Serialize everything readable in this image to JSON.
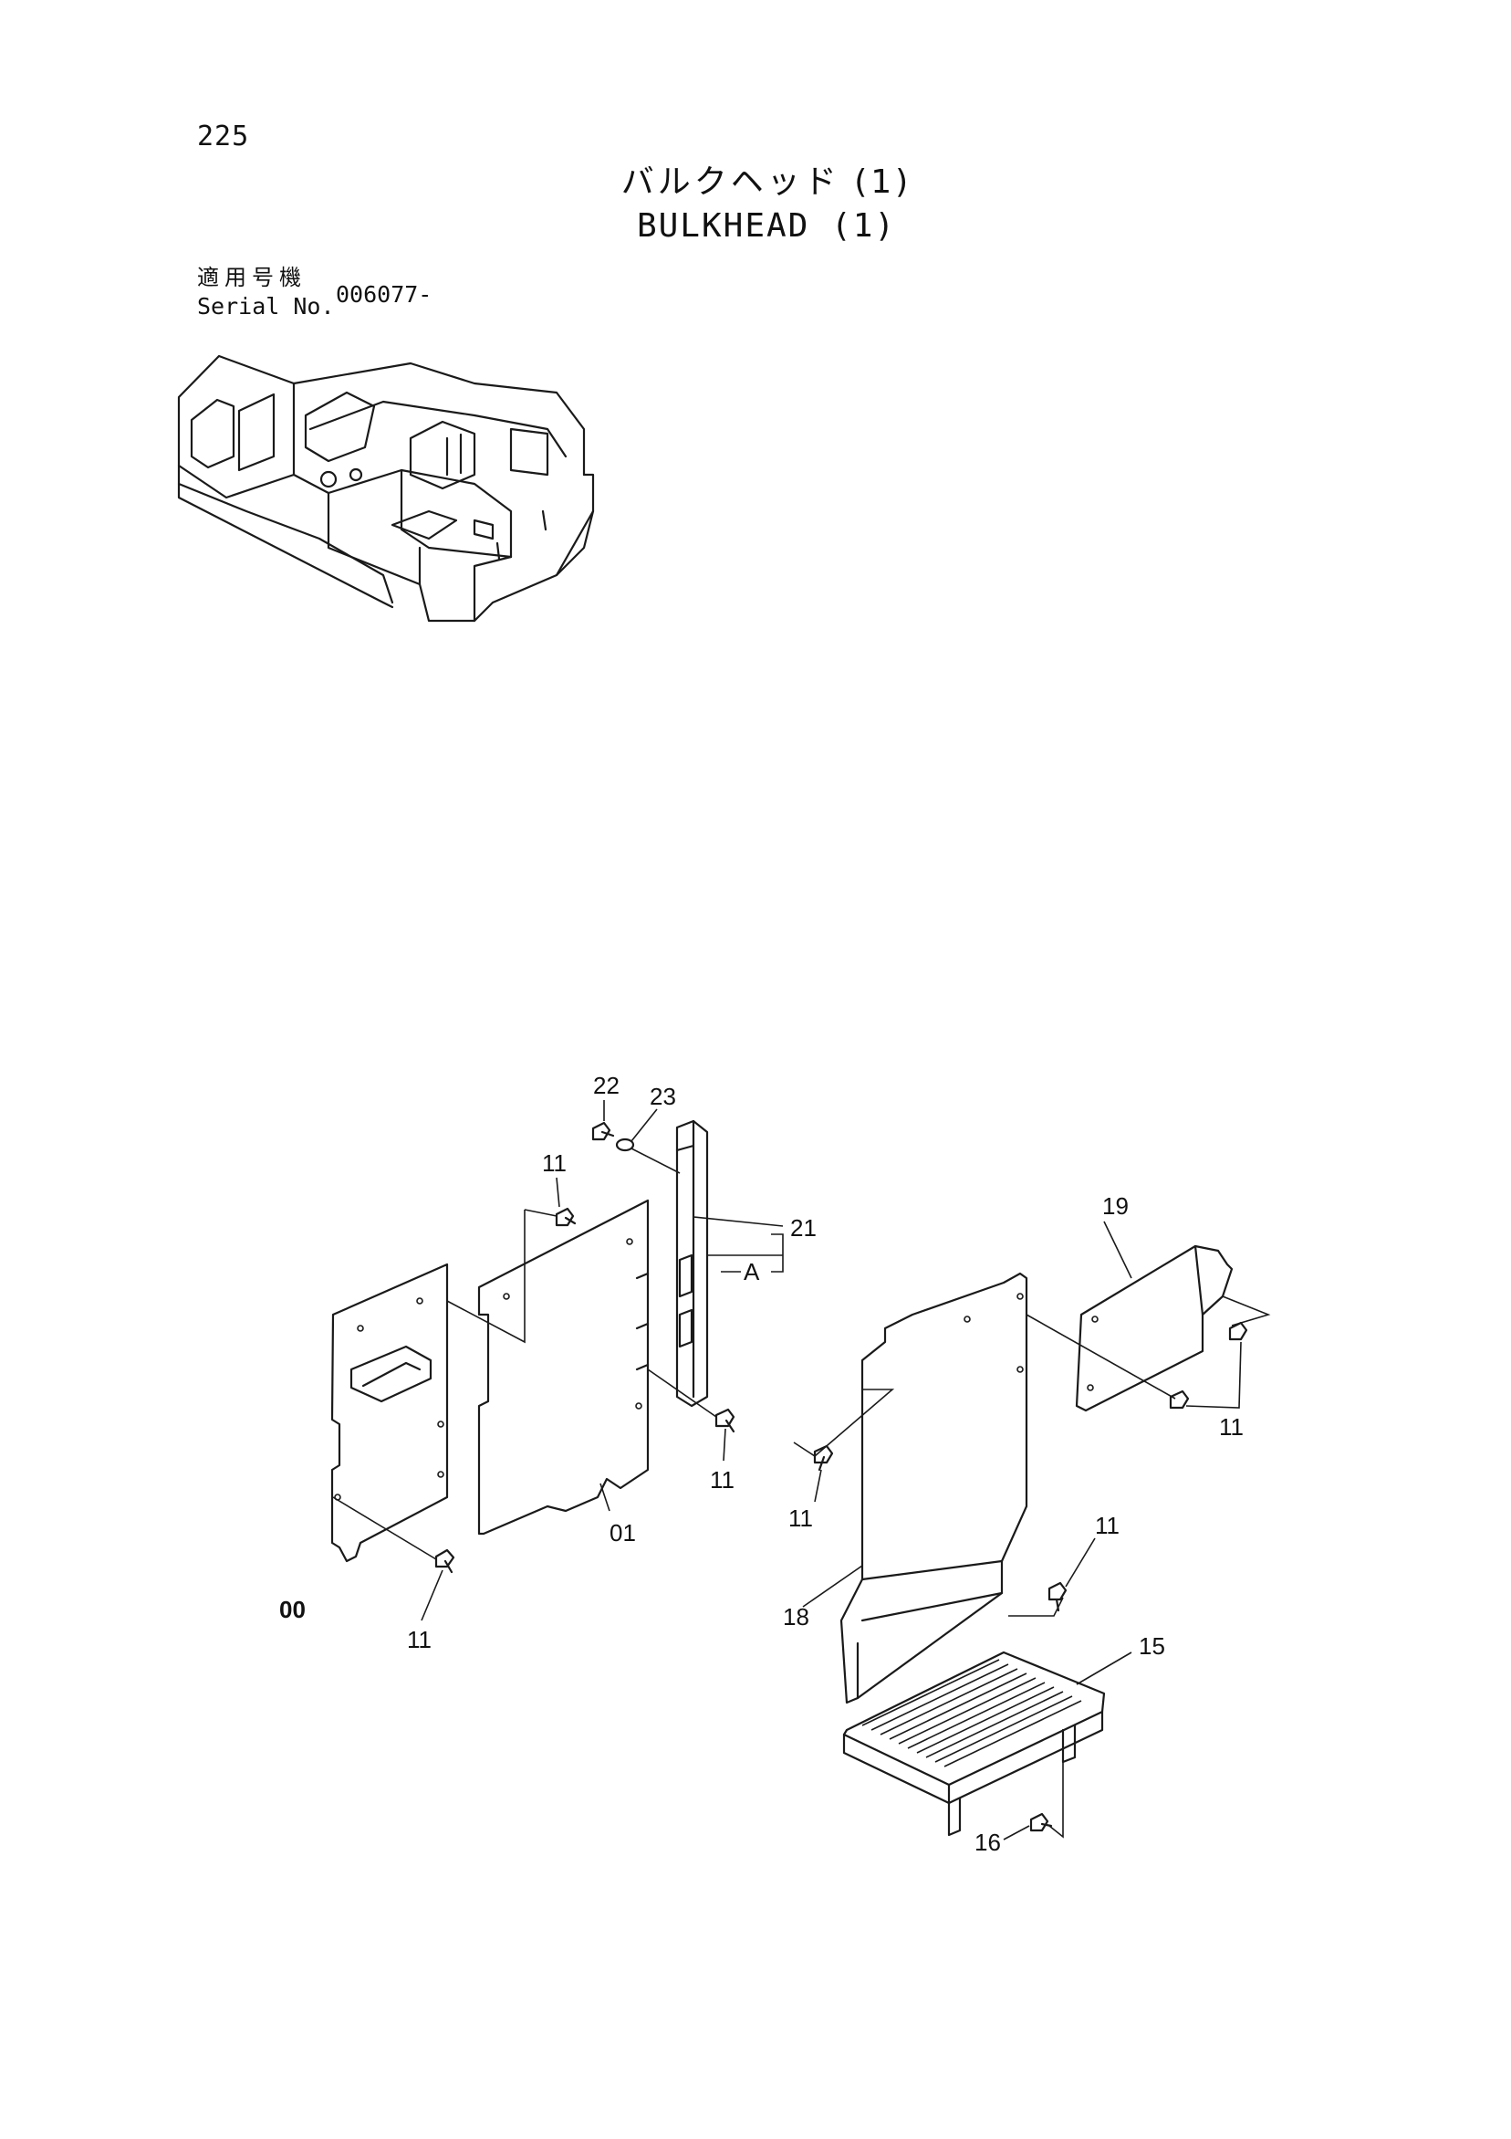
{
  "page": {
    "number": "225"
  },
  "title": {
    "japanese": "バルクヘッド (1)",
    "english": "BULKHEAD (1)"
  },
  "serial": {
    "label_jp": "適用号機",
    "label_en": "Serial No.",
    "value": "006077-"
  },
  "callouts": {
    "c22": "22",
    "c23": "23",
    "c21": "21",
    "cA": "A",
    "c19": "19",
    "c11a": "11",
    "c11b": "11",
    "c11c": "11",
    "c11d": "11",
    "c11e": "11",
    "c11f": "11",
    "c00": "00",
    "c01": "01",
    "c18": "18",
    "c15": "15",
    "c16": "16"
  }
}
